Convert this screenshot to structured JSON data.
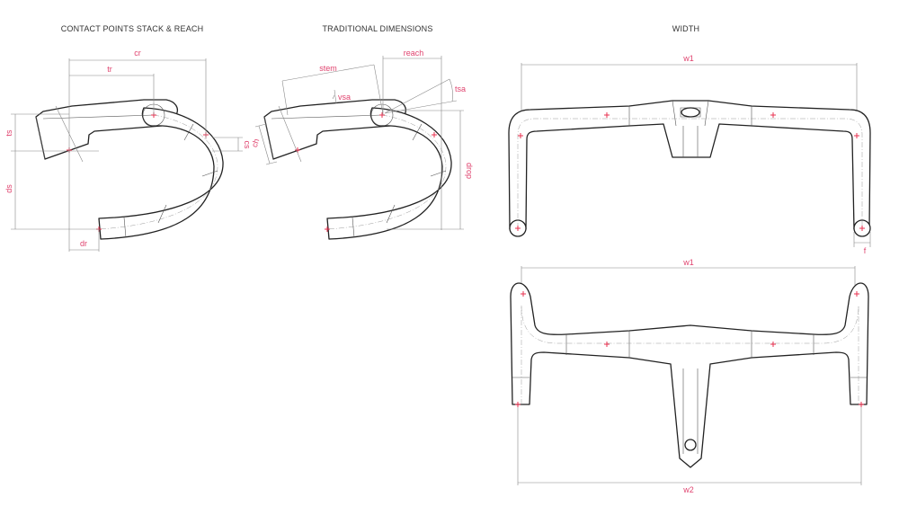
{
  "panels": {
    "contact": {
      "title": "CONTACT POINTS STACK & REACH",
      "labels": {
        "cr": "cr",
        "tr": "tr",
        "ts": "ts",
        "ds": "ds",
        "dr": "dr",
        "cs": "cs"
      }
    },
    "traditional": {
      "title": "TRADITIONAL DIMENSIONS",
      "labels": {
        "stem": "stem",
        "reach": "reach",
        "vsa": "vsa",
        "tsa": "tsa",
        "ch": "ch",
        "drop": "drop"
      }
    },
    "width": {
      "title": "WIDTH",
      "labels": {
        "w1_top": "w1",
        "f": "f",
        "w1_front": "w1",
        "w2": "w2"
      }
    }
  },
  "colors": {
    "accent": "#e0446f",
    "line": "#222222"
  }
}
